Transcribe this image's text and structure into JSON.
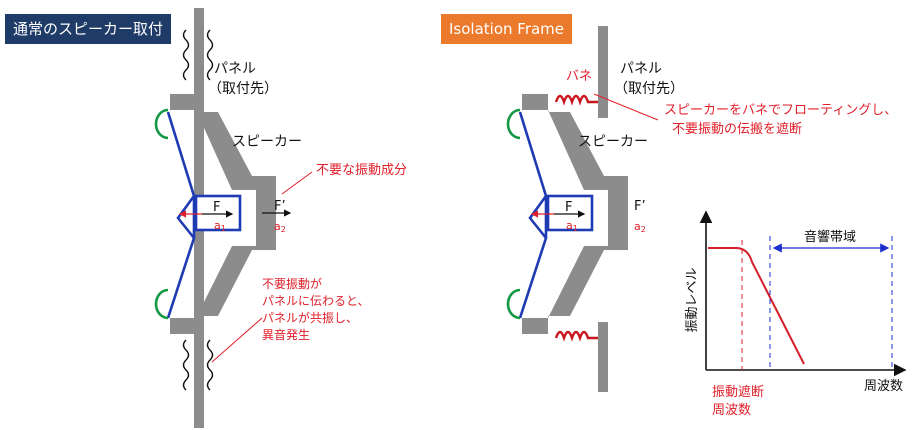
{
  "left": {
    "title": "通常のスピーカー取付",
    "panel_label_line1": "パネル",
    "panel_label_line2": "（取付先）",
    "speaker_label": "スピーカー",
    "force_F": "F",
    "accel_a1": "a",
    "accel_a1_sub": "1",
    "force_F2": "F’",
    "accel_a2": "a",
    "accel_a2_sub": "2",
    "vibration_note": "不要な振動成分",
    "resonance_note": [
      "不要振動が",
      "パネルに伝わると、",
      "パネルが共振し、",
      "異音発生"
    ]
  },
  "right": {
    "title": "Isolation Frame",
    "spring_label": "バネ",
    "panel_label_line1": "パネル",
    "panel_label_line2": "（取付先）",
    "speaker_label": "スピーカー",
    "float_note": [
      "スピーカーをバネでフローティングし、",
      "不要振動の伝搬を遮断"
    ],
    "force_F": "F",
    "accel_a1": "a",
    "accel_a1_sub": "1",
    "force_F2": "F’",
    "accel_a2": "a",
    "accel_a2_sub": "2"
  },
  "graph": {
    "ylabel": "振動レベル",
    "xlabel": "周波数",
    "band_label": "音響帯域",
    "cutoff_line1": "振動遮断",
    "cutoff_line2": "周波数"
  },
  "colors": {
    "header_left": "#1f3b67",
    "header_right": "#ec7a2c",
    "cone": "#1f3bb3",
    "surround": "#169944",
    "frame": "#8c8c8c",
    "accent_red": "#e0202a",
    "spring": "#c8161e",
    "band": "#1a2fd0"
  }
}
